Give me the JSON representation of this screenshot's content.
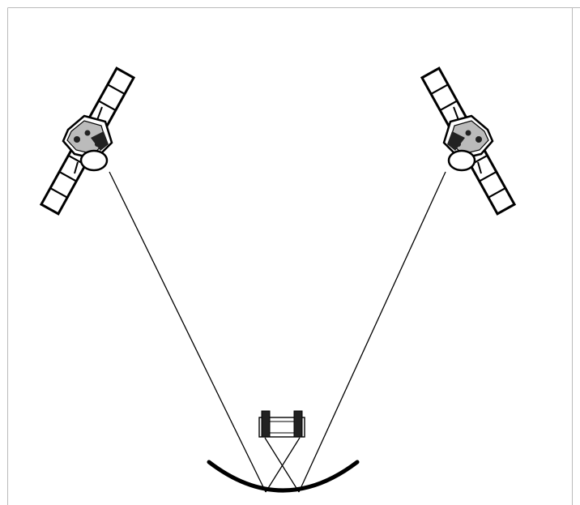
{
  "diagram": {
    "elements": [
      {
        "id": "satellite-left",
        "kind": "satellite-icon",
        "solar_panel_cells": 4
      },
      {
        "id": "satellite-right",
        "kind": "satellite-icon",
        "solar_panel_cells": 4
      },
      {
        "id": "dish",
        "kind": "parabolic-reflector-icon"
      },
      {
        "id": "feed",
        "kind": "dual-feed-lnb-icon"
      }
    ],
    "links": [
      {
        "from": "satellite-left",
        "to": "dish"
      },
      {
        "from": "satellite-right",
        "to": "dish"
      }
    ],
    "colors": {
      "line": "#000000",
      "fill": "#ffffff",
      "frame": "#bbbbbb",
      "body": "#666666"
    }
  }
}
